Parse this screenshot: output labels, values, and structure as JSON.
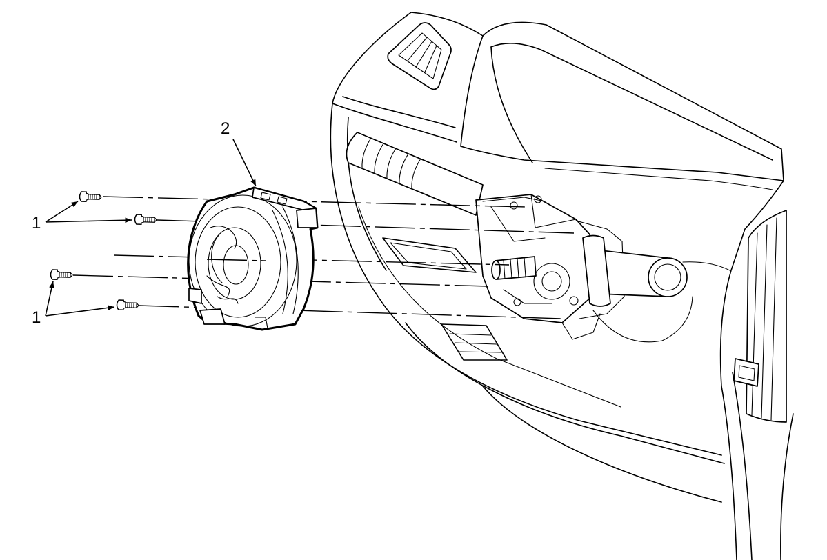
{
  "figure": {
    "background": "#ffffff",
    "line_color": "#000000"
  },
  "callouts": [
    {
      "label": "1"
    },
    {
      "label": "1"
    },
    {
      "label": "2"
    }
  ]
}
